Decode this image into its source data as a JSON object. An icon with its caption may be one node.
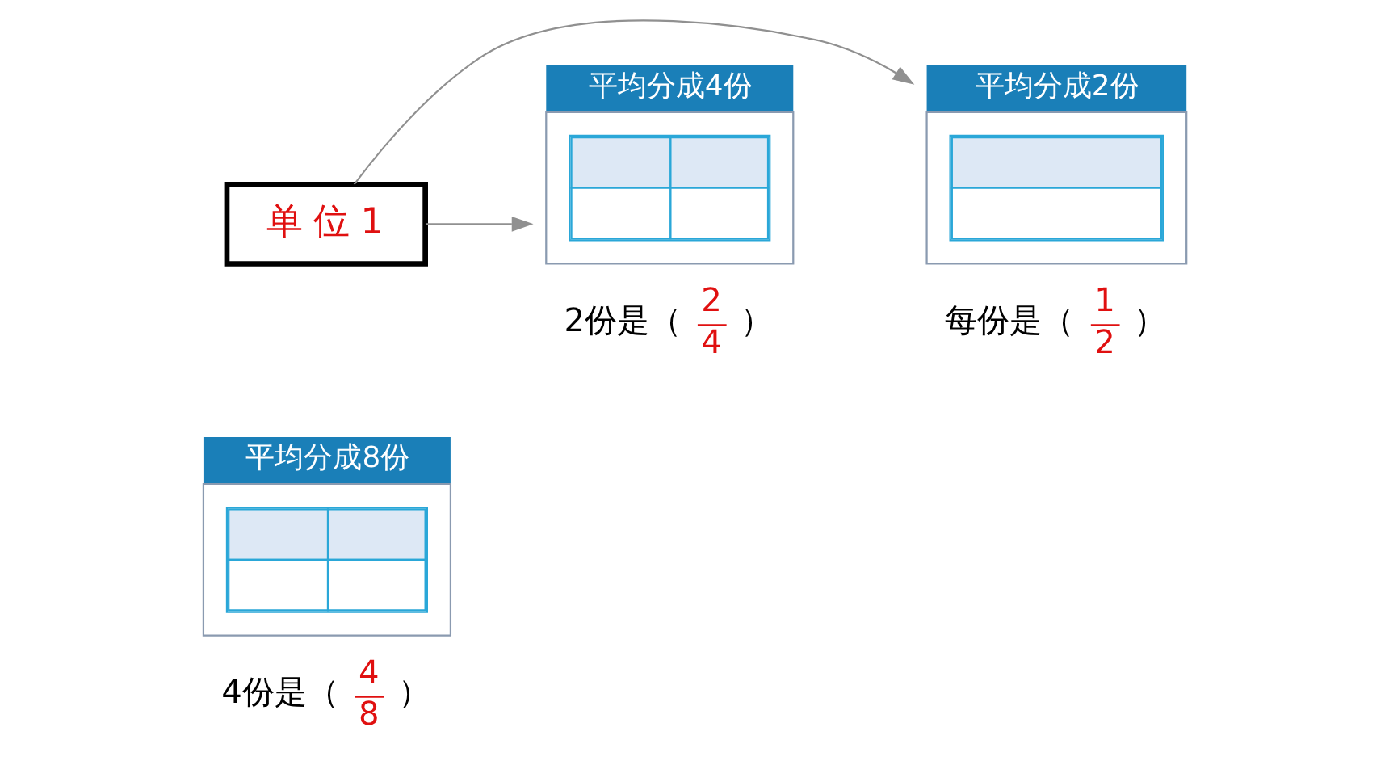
{
  "diagram": {
    "nodes": [
      {
        "text": [
          "单 位 1"
        ]
      },
      {
        "text": [
          "平均分成2份"
        ],
        "beside": [
          "每份是（",
          "1",
          "2",
          "）"
        ]
      },
      {
        "text": [
          "平均分成8份"
        ],
        "beside": [
          "4份是（",
          "4",
          "8",
          "）"
        ]
      },
      {
        "text": [
          "平均分成4份"
        ],
        "beside": [
          "2份是（",
          "2",
          "4",
          "）"
        ]
      }
    ],
    "edges": [
      {
        "from": 0,
        "to": 1,
        "arrow": "to"
      },
      {
        "from": 0,
        "to": 3,
        "arrow": "to"
      }
    ]
  }
}
